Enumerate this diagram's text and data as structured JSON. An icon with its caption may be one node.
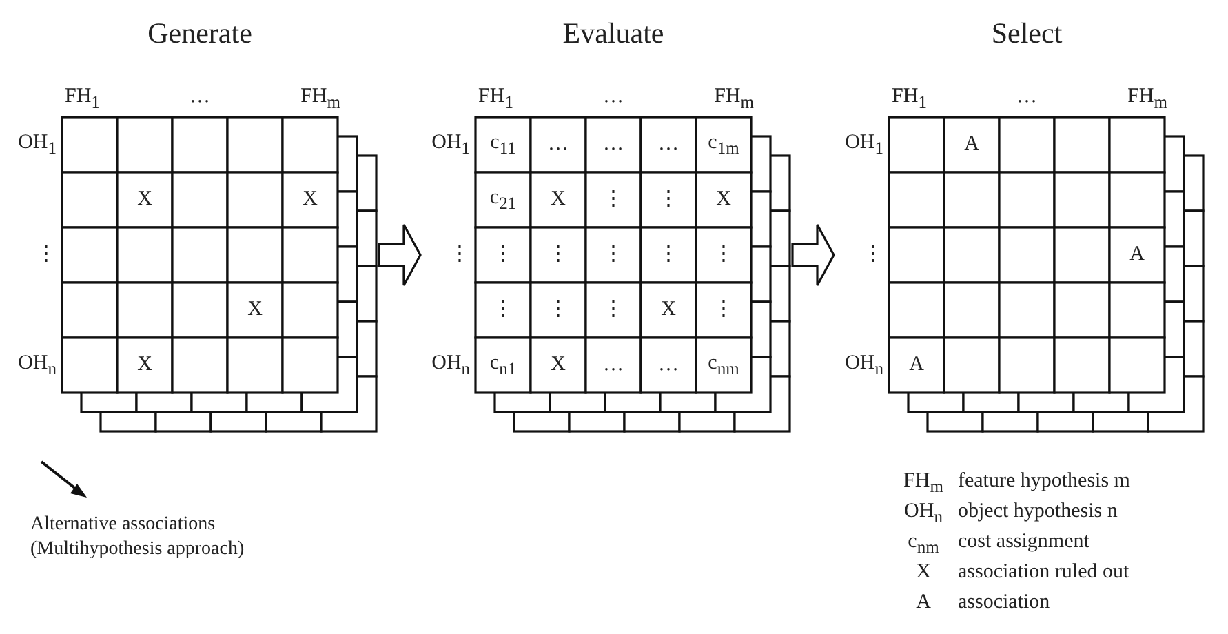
{
  "diagram": {
    "nodes": [
      {
        "text": [
          "Generate"
        ]
      },
      {
        "text": [
          "Evaluate"
        ]
      },
      {
        "text": [
          "Select"
        ]
      }
    ],
    "edges": [
      {
        "from": 0,
        "to": 1,
        "arrow": "to"
      },
      {
        "from": 1,
        "to": 2,
        "arrow": "to"
      }
    ],
    "labels": [
      "FH$_{1}$",
      "…",
      "FH$_{m}$",
      "OH$_{1}$",
      "X",
      "X",
      "⋮",
      "X",
      "OH$_{n}$",
      "X",
      "FH$_{1}$",
      "…",
      "FH$_{m}$",
      "OH$_{1}$",
      "c$_{11}$",
      "…",
      "…",
      "…",
      "c$_{1m}$",
      "c$_{21}$",
      "X",
      "⋮",
      "⋮",
      "X",
      "⋮",
      "⋮",
      "⋮",
      "⋮",
      "⋮",
      "⋮",
      "⋮",
      "⋮",
      "⋮",
      "X",
      "⋮",
      "OH$_{n}$",
      "c$_{n1}$",
      "X",
      "…",
      "…",
      "c$_{nm}$",
      "FH$_{1}$",
      "…",
      "FH$_{m}$",
      "OH$_{1}$",
      "A",
      "⋮",
      "A",
      "OH$_{n}$",
      "A",
      "Alternative associations (Multihypothesis approach)",
      "FH$_{m}$",
      "feature hypothesis m",
      "OH$_{n}$",
      "object hypothesis n",
      "c$_{nm}$",
      "cost assignment",
      "X",
      "association ruled out",
      "A",
      "association"
    ]
  }
}
